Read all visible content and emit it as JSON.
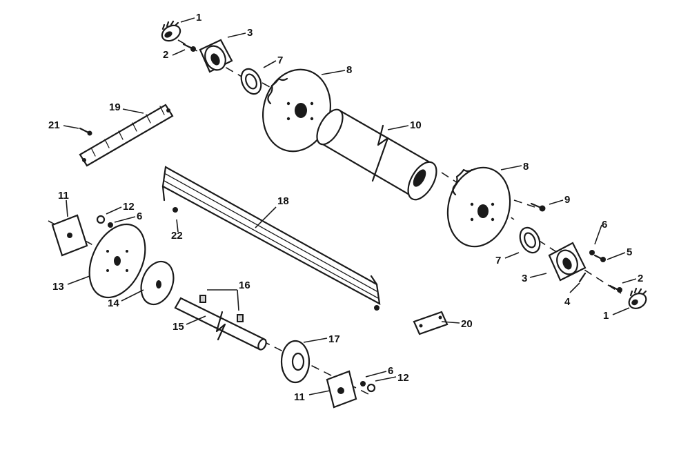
{
  "labels": {
    "p1a": "1",
    "p1b": "1",
    "p2a": "2",
    "p2b": "2",
    "p3a": "3",
    "p3b": "3",
    "p4": "4",
    "p5": "5",
    "p6a": "6",
    "p6b": "6",
    "p6c": "6",
    "p7a": "7",
    "p7b": "7",
    "p8a": "8",
    "p8b": "8",
    "p9": "9",
    "p10": "10",
    "p11a": "11",
    "p11b": "11",
    "p12a": "12",
    "p12b": "12",
    "p13": "13",
    "p14": "14",
    "p15": "15",
    "p16": "16",
    "p17": "17",
    "p18": "18",
    "p19": "19",
    "p20": "20",
    "p21": "21",
    "p22": "22"
  }
}
